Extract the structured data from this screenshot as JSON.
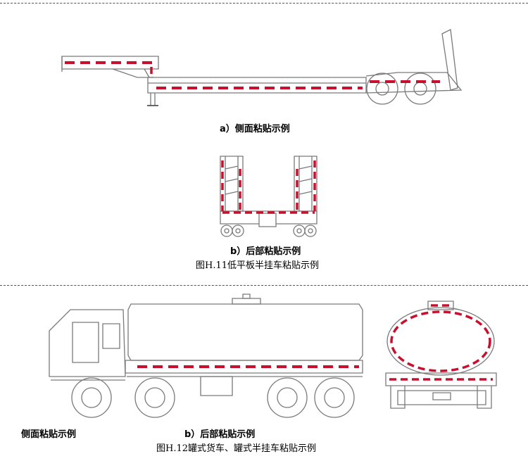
{
  "figure1": {
    "label_a": "a）侧面粘贴示例",
    "label_b": "b）后部粘贴示例",
    "caption": "图H.11低平板半挂车粘贴示例"
  },
  "figure2": {
    "label_side": "侧面粘贴示例",
    "label_b": "b）后部粘贴示例",
    "caption": "图H.12罐式货车、罐式半挂车粘贴示例"
  },
  "colors": {
    "reflective_red": "#c8102e",
    "reflective_white": "#ffffff",
    "outline": "#777777"
  }
}
